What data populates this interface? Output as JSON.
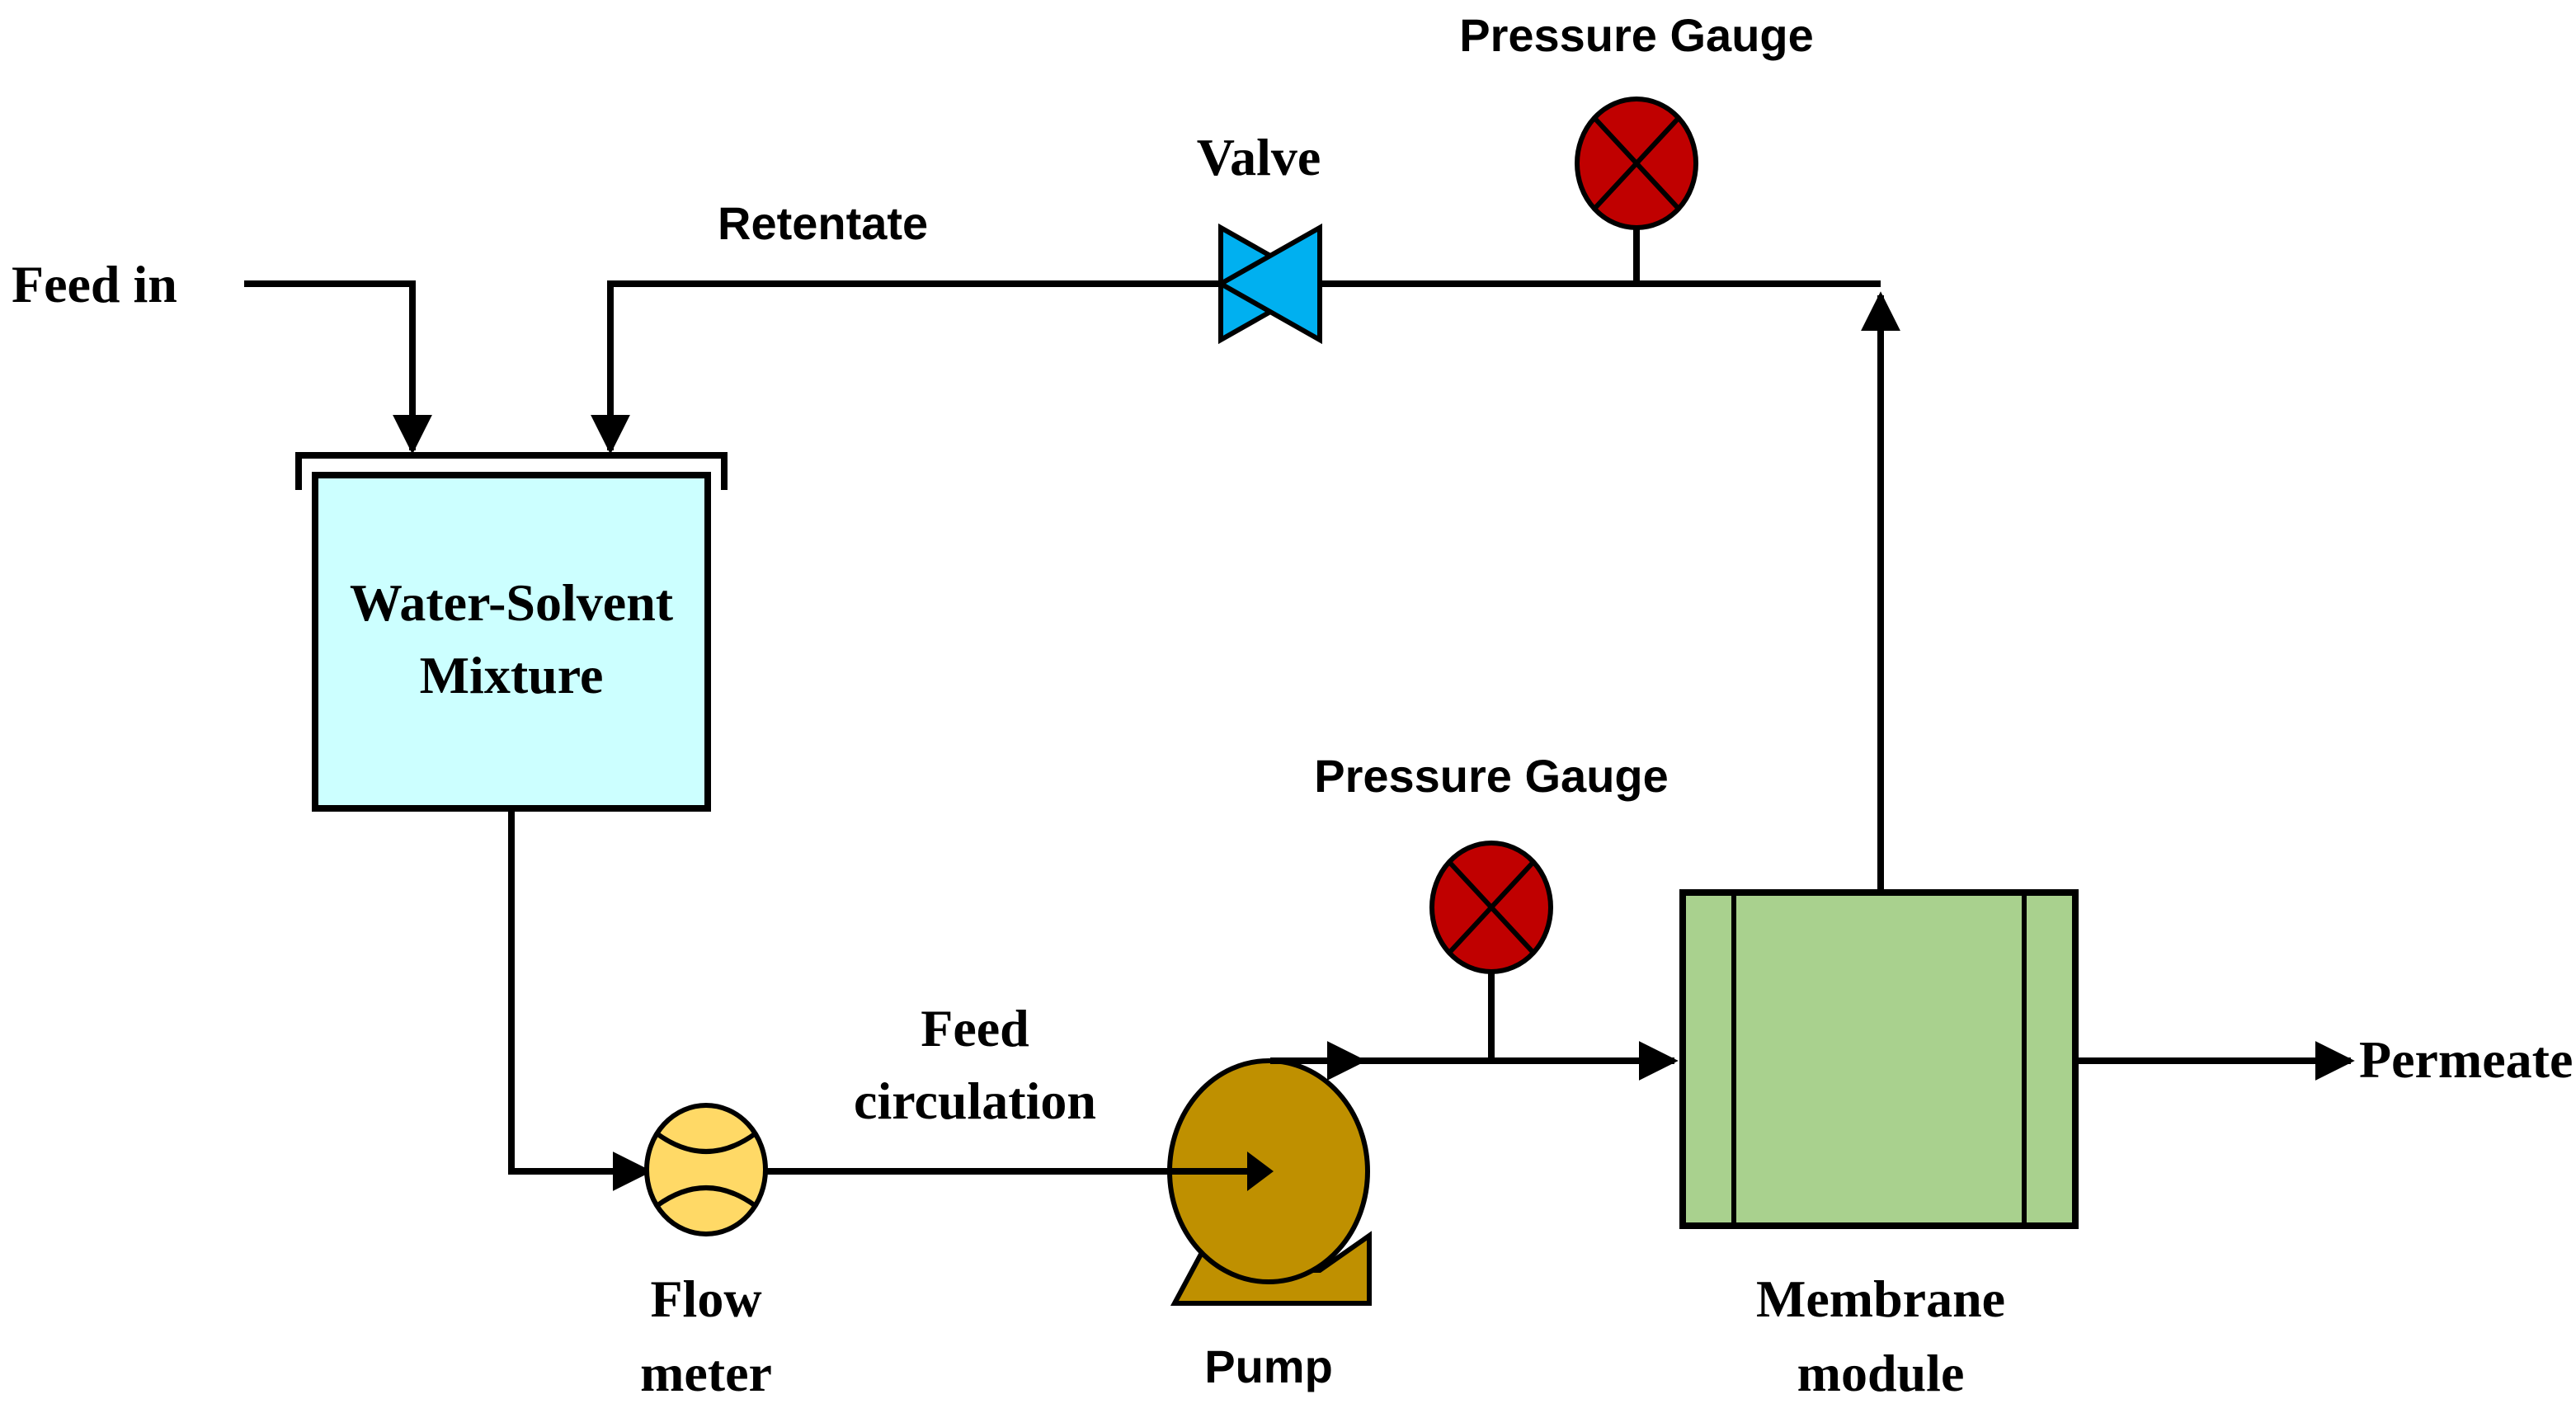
{
  "labels": {
    "feed_in": "Feed in",
    "retentate": "Retentate",
    "valve": "Valve",
    "pressure_gauge_top": "Pressure Gauge",
    "tank_line1": "Water-Solvent",
    "tank_line2": "Mixture",
    "feed_circulation_line1": "Feed",
    "feed_circulation_line2": "circulation",
    "pressure_gauge_bottom": "Pressure Gauge",
    "flow_meter_line1": "Flow",
    "flow_meter_line2": "meter",
    "pump": "Pump",
    "membrane_line1": "Membrane",
    "membrane_line2": "module",
    "permeate": "Permeate"
  },
  "colors": {
    "tank_fill": "#ccffff",
    "valve_fill": "#00b0f0",
    "gauge_fill": "#c00000",
    "flow_meter_fill": "#ffd966",
    "pump_fill": "#bf9000",
    "membrane_fill": "#a9d18e",
    "line": "#000000"
  }
}
